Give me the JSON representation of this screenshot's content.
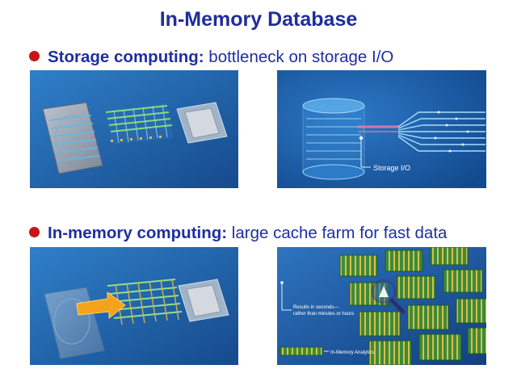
{
  "slide": {
    "title": "In-Memory Database",
    "bullets": [
      {
        "bold": "Storage computing:",
        "rest": " bottleneck on storage I/O"
      },
      {
        "bold": "In-memory computing:",
        "rest": " large cache farm for fast data"
      }
    ]
  },
  "panels": {
    "storage_io_label": "Storage I/O",
    "results_label_1": "Results in seconds—",
    "results_label_2": "rather than minutes or hours",
    "analytics_label": "In-Memory Analytics"
  },
  "colors": {
    "title": "#1f2d9c",
    "bullet_text": "#1e2f9e",
    "bullet_dot": "#c41616",
    "panel_bg": "#1f5fa6"
  }
}
